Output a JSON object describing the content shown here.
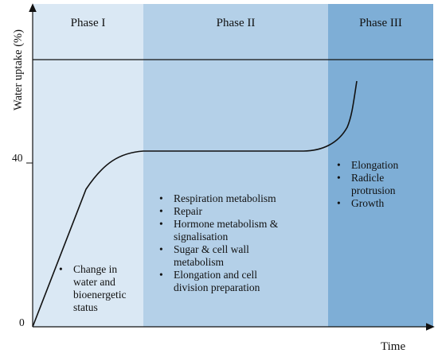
{
  "axes": {
    "y_label": "Water uptake (%)",
    "x_label": "Time",
    "y_ticks": [
      "0",
      "40"
    ]
  },
  "phases": [
    {
      "title": "Phase I",
      "color": "#dae8f4",
      "items": [
        "Change in water and bioenergetic status"
      ]
    },
    {
      "title": "Phase II",
      "color": "#b4d0e8",
      "items": [
        "Respiration metabolism",
        "Repair",
        "Hormone metabolism & signalisation",
        "Sugar & cell wall metabolism",
        "Elongation and cell division preparation"
      ]
    },
    {
      "title": "Phase III",
      "color": "#7eaed6",
      "items": [
        "Elongation",
        "Radicle protrusion",
        "Growth"
      ]
    }
  ]
}
